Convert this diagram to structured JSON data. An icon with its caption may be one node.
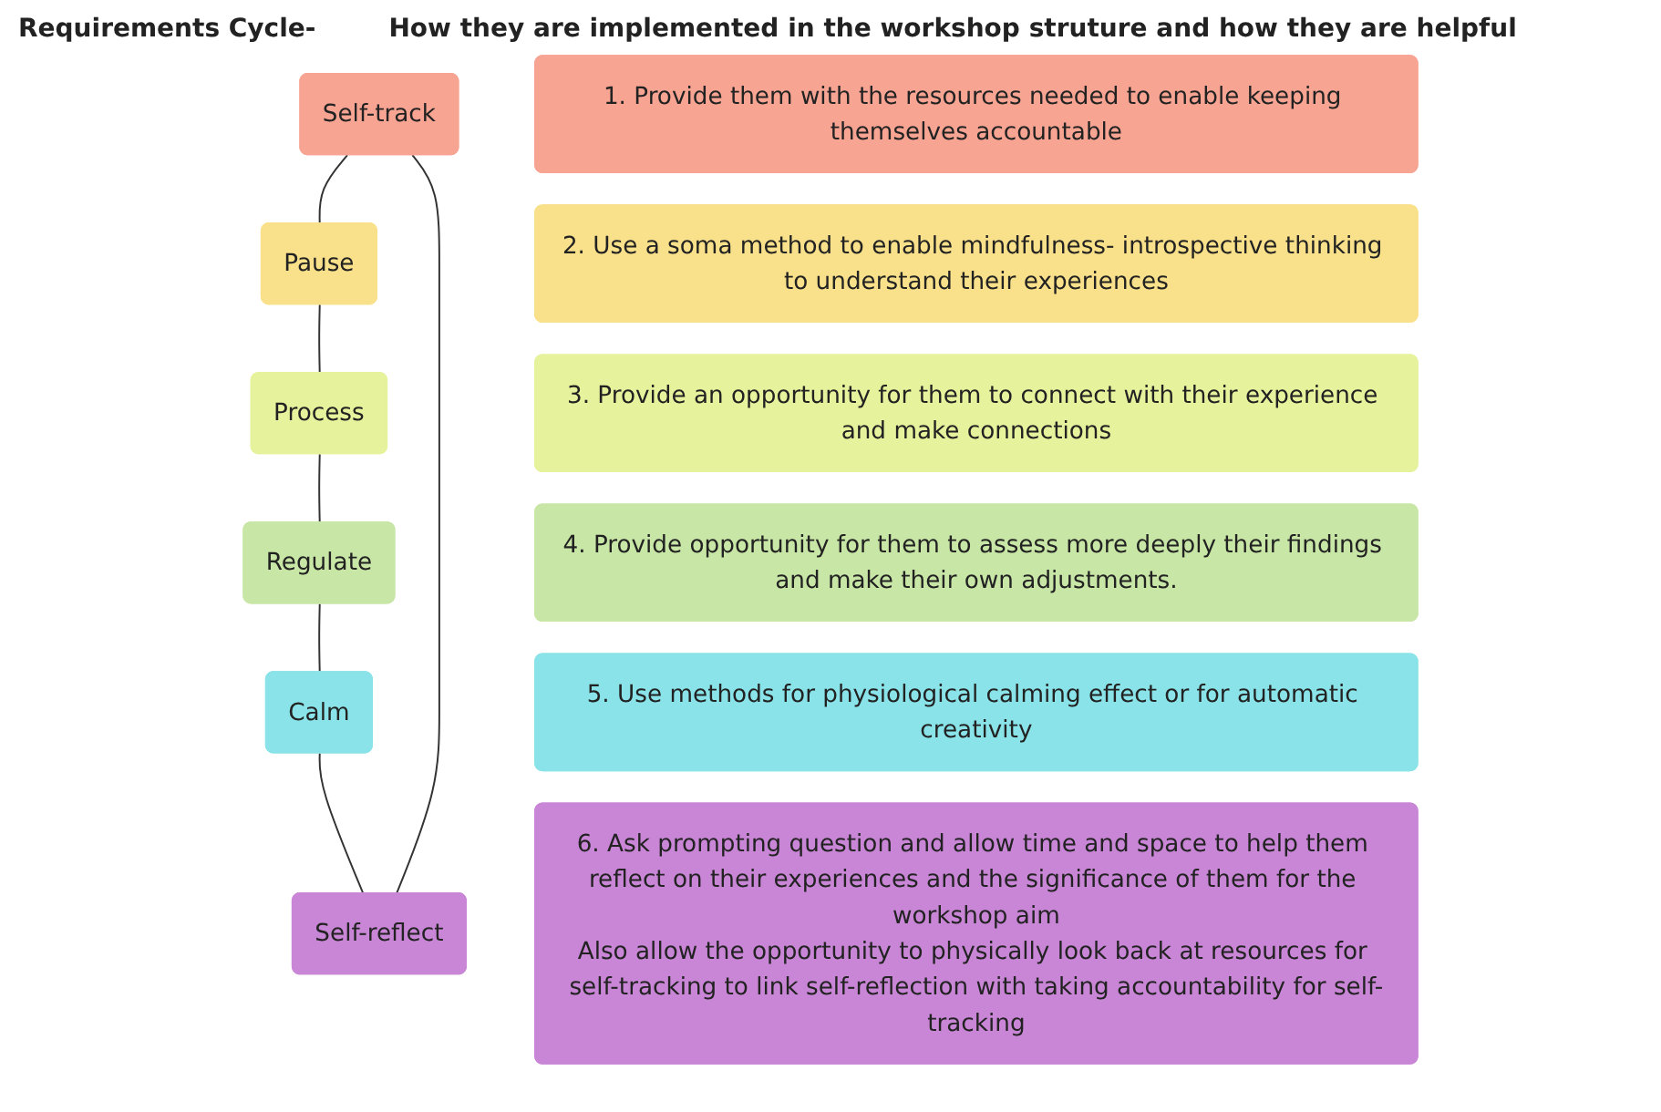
{
  "diagram": {
    "title": "Requirements Cycle-",
    "nodes": [
      {
        "text": [
          "Self-track"
        ]
      },
      {
        "text": [
          "1. Provide them with the resources needed to enable keeping themselves accountable"
        ]
      },
      {
        "text": [
          "Pause"
        ]
      },
      {
        "text": [
          "2. Use a soma method to enable mindfulness- introspective thinking to understand their experiences"
        ]
      },
      {
        "text": [
          "Process"
        ]
      },
      {
        "text": [
          "3. Provide an opportunity for them to connect with their experience and make connections"
        ]
      },
      {
        "text": [
          "Regulate"
        ]
      },
      {
        "text": [
          "4. Provide opportunity for them to assess more deeply their findings and make their own adjustments."
        ]
      },
      {
        "text": [
          "Calm"
        ]
      },
      {
        "text": [
          "5. Use methods for physiological calming effect or for automatic creativity"
        ]
      },
      {
        "text": [
          "Self-reflect"
        ]
      },
      {
        "text": [
          "6. Ask prompting question and allow time and space to help them reflect on their experiences and the significance of them for the workshop aim",
          "Also allow the opportunity to physically look back at resources for self-tracking to link self-reflection with taking accountability for self-tracking"
        ]
      }
    ],
    "edges": [
      {
        "from": 0,
        "to": 2,
        "arrow": "none"
      },
      {
        "from": 2,
        "to": 4,
        "arrow": "none"
      },
      {
        "from": 4,
        "to": 6,
        "arrow": "none"
      },
      {
        "from": 6,
        "to": 8,
        "arrow": "none"
      },
      {
        "from": 8,
        "to": 10,
        "arrow": "none"
      },
      {
        "from": 10,
        "to": 0,
        "arrow": "none"
      }
    ],
    "labels": [
      "How they are implemented in the workshop struture and how they are helpful"
    ]
  }
}
